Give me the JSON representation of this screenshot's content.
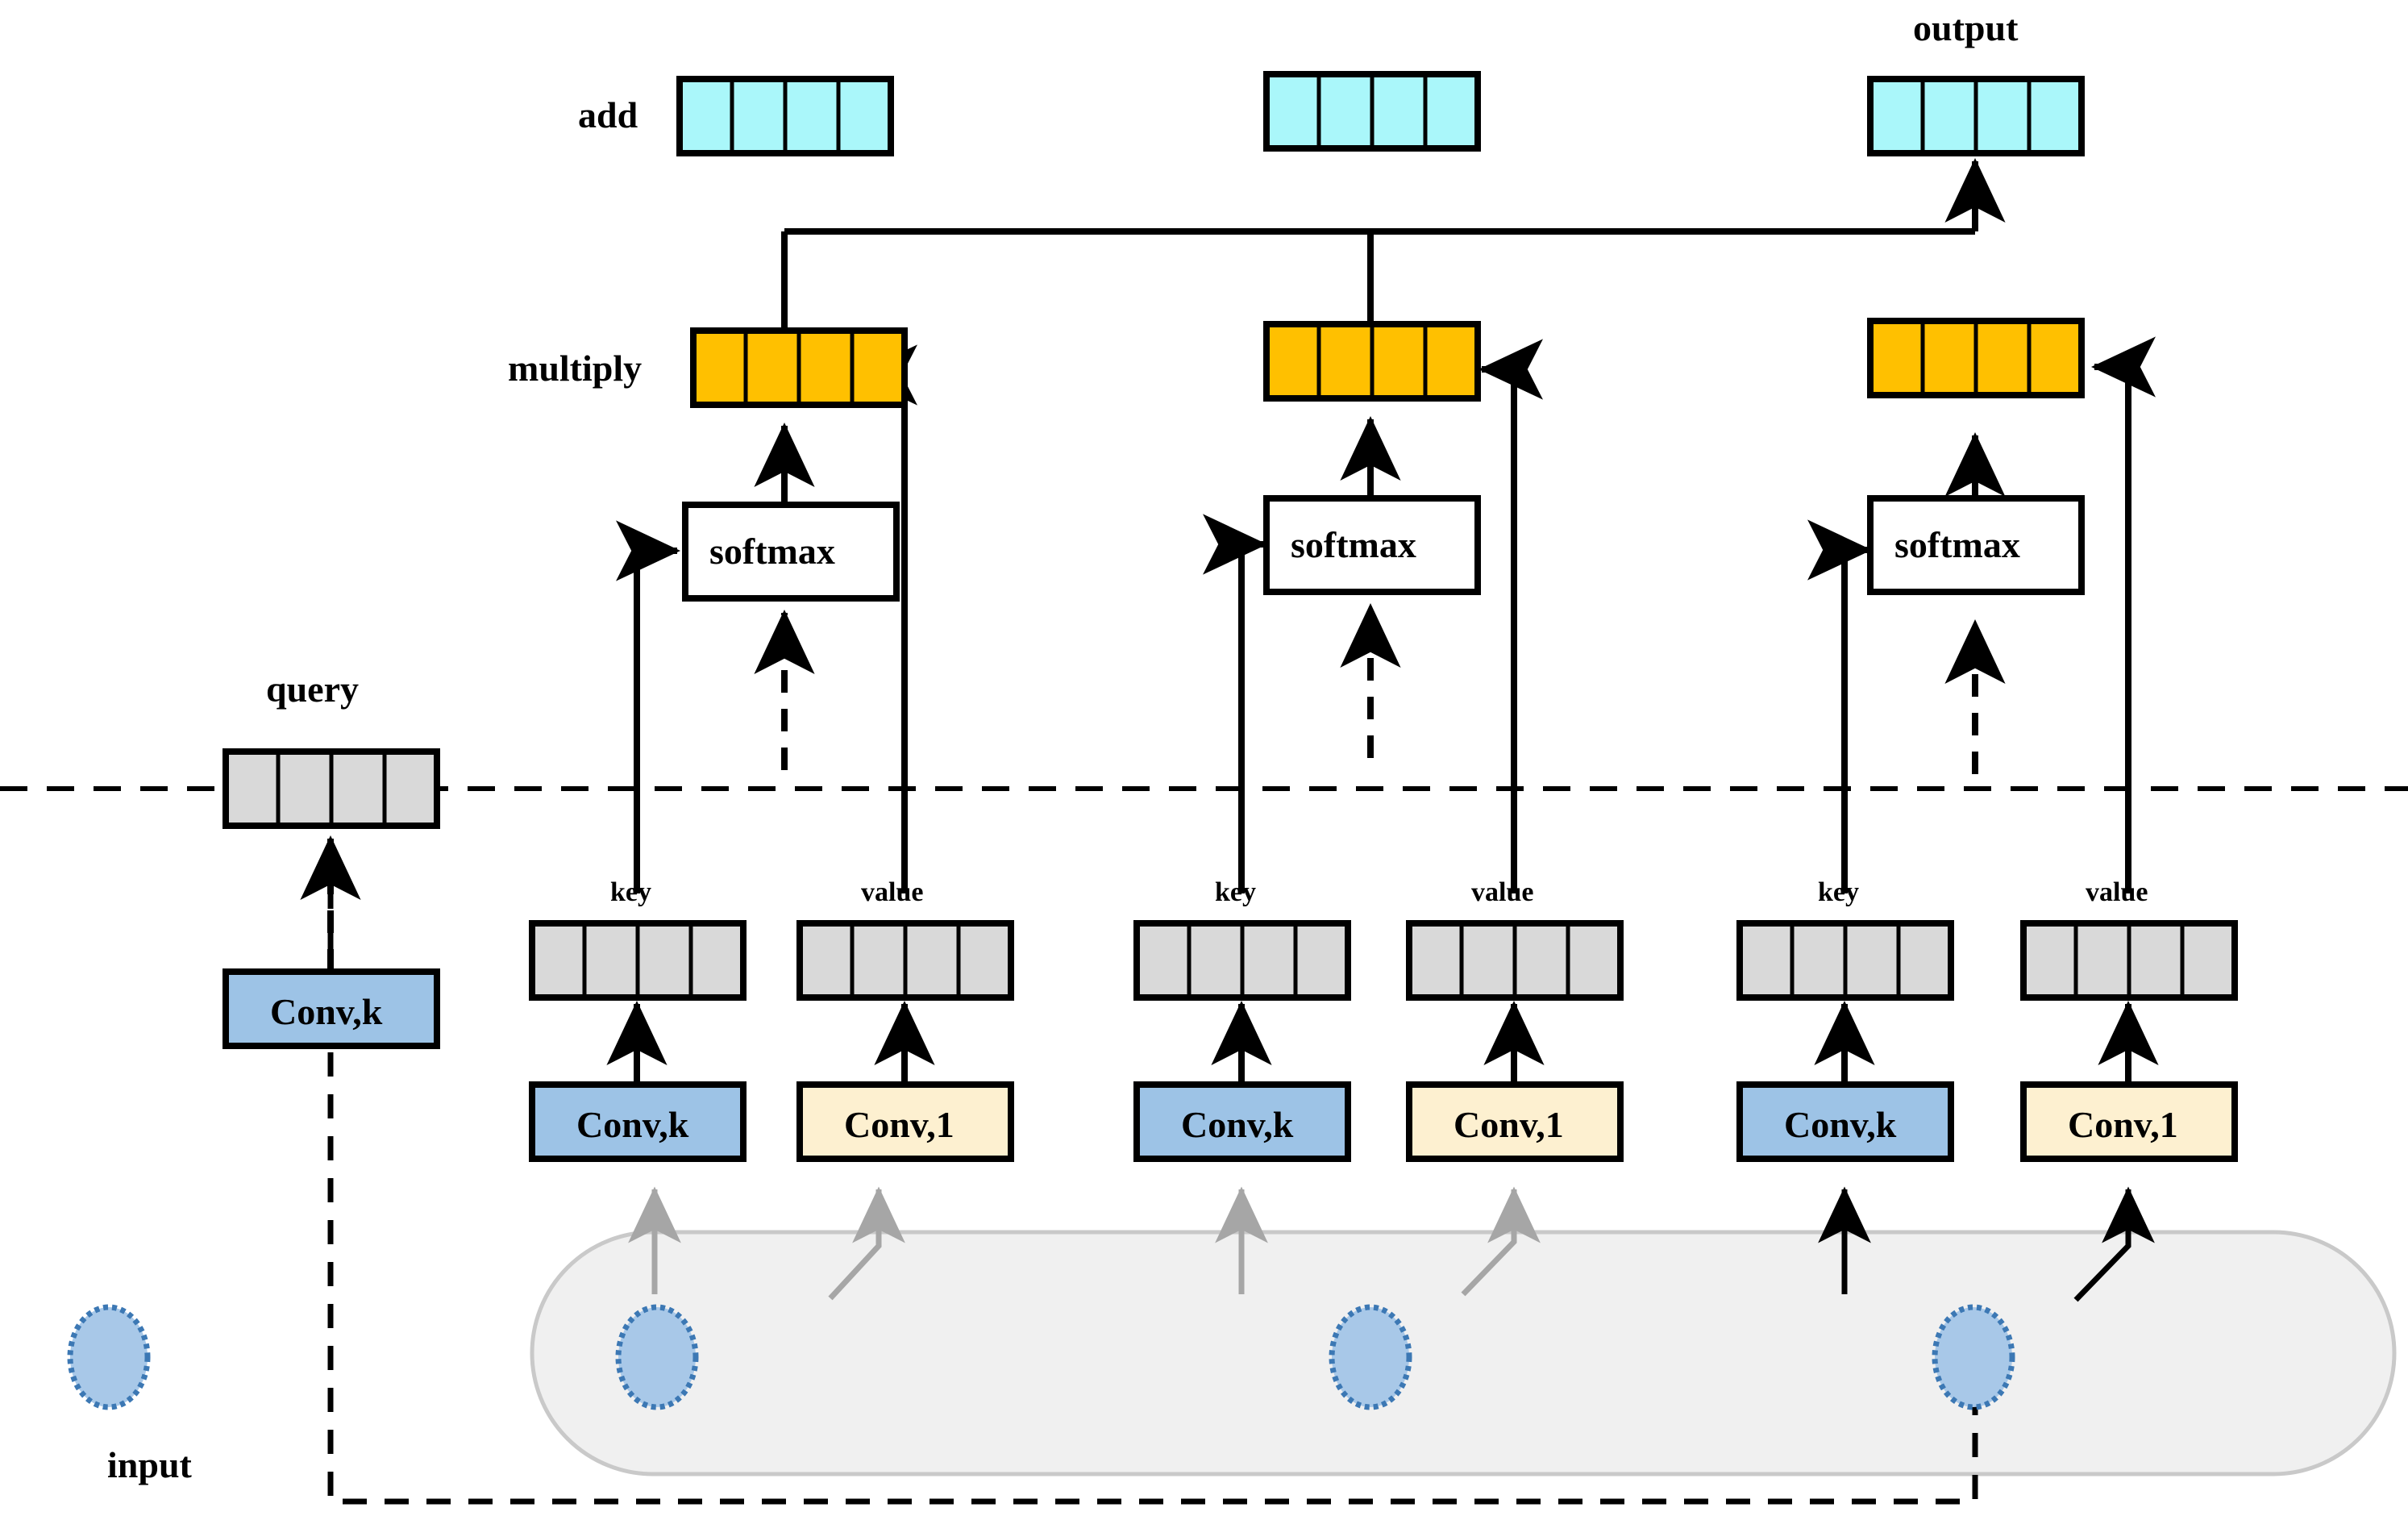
{
  "figure": {
    "title": "Local Relation / Convolutional Attention Block Diagram",
    "colors": {
      "cyan": "#AAF7FA",
      "orange": "#FFC000",
      "gray_cell": "#D9D9D9",
      "blue_conv": "#9DC3E6",
      "cream_conv": "#FDF0D0",
      "container": "#F0F0F0",
      "container_border": "#BFBFBF",
      "circle_fill": "#A8C8E8",
      "circle_border": "#3C78B4",
      "gray_arrow": "#A6A6A6",
      "stroke": "#000000"
    }
  },
  "labels": {
    "add": "add",
    "output": "output",
    "multiply": "multiply",
    "query": "query",
    "input": "input",
    "key": "key",
    "value": "value",
    "softmax": "softmax",
    "conv_k": "Conv,k",
    "conv_1": "Conv,1"
  },
  "top_row": {
    "blocks": [
      {
        "id": "add-tensor-1",
        "label": "add",
        "cells": 4,
        "color": "#AAF7FA"
      },
      {
        "id": "add-tensor-2",
        "label": "",
        "cells": 4,
        "color": "#AAF7FA"
      },
      {
        "id": "output-tensor",
        "label": "output",
        "cells": 4,
        "color": "#AAF7FA"
      }
    ]
  },
  "multiply_row": {
    "blocks": [
      {
        "id": "multiply-tensor-1",
        "label": "multiply",
        "cells": 4,
        "color": "#FFC000"
      },
      {
        "id": "multiply-tensor-2",
        "label": "",
        "cells": 4,
        "color": "#FFC000"
      },
      {
        "id": "multiply-tensor-3",
        "label": "",
        "cells": 4,
        "color": "#FFC000"
      }
    ]
  },
  "softmax_row": {
    "boxes": [
      {
        "id": "softmax-1",
        "label": "softmax"
      },
      {
        "id": "softmax-2",
        "label": "softmax"
      },
      {
        "id": "softmax-3",
        "label": "softmax"
      }
    ]
  },
  "query_branch": {
    "tensor_label": "query",
    "tensor_cells": 4,
    "tensor_color": "#D9D9D9",
    "conv_label": "Conv,k",
    "conv_color": "#9DC3E6",
    "input_label": "input"
  },
  "kv_groups": [
    {
      "group": 1,
      "key": {
        "label": "key",
        "cells": 4,
        "color": "#D9D9D9",
        "conv_label": "Conv,k",
        "conv_color": "#9DC3E6"
      },
      "value": {
        "label": "value",
        "cells": 4,
        "color": "#D9D9D9",
        "conv_label": "Conv,1",
        "conv_color": "#FDF0D0"
      }
    },
    {
      "group": 2,
      "key": {
        "label": "key",
        "cells": 4,
        "color": "#D9D9D9",
        "conv_label": "Conv,k",
        "conv_color": "#9DC3E6"
      },
      "value": {
        "label": "value",
        "cells": 4,
        "color": "#D9D9D9",
        "conv_label": "Conv,1",
        "conv_color": "#FDF0D0"
      }
    },
    {
      "group": 3,
      "key": {
        "label": "key",
        "cells": 4,
        "color": "#D9D9D9",
        "conv_label": "Conv,k",
        "conv_color": "#9DC3E6"
      },
      "value": {
        "label": "value",
        "cells": 4,
        "color": "#D9D9D9",
        "conv_label": "Conv,1",
        "conv_color": "#FDF0D0"
      }
    }
  ],
  "context_region": {
    "circle_count": 3,
    "shape": "rounded-rectangle"
  }
}
